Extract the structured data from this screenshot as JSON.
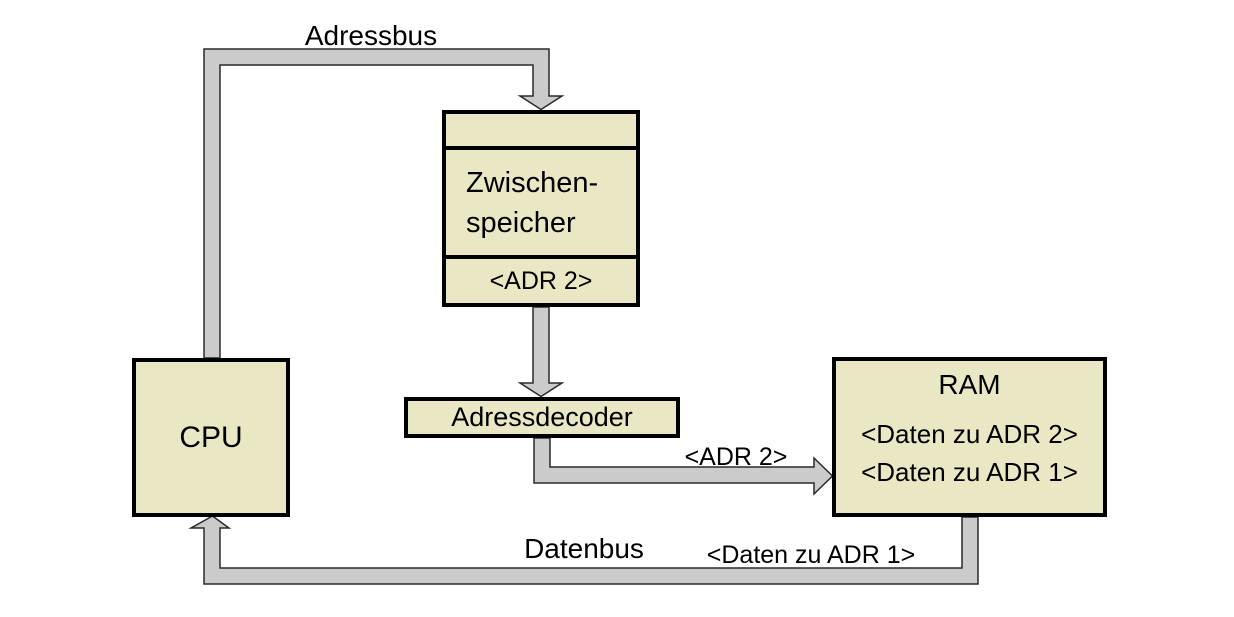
{
  "colors": {
    "background": "#ffffff",
    "box_fill": "#eae8c4",
    "box_border": "#000000",
    "bus_fill": "#cbcbcb",
    "bus_outline": "#2a2a2a",
    "text": "#000000"
  },
  "nodes": {
    "cpu": {
      "label": "CPU"
    },
    "buffer": {
      "label_line1": "Zwischen-",
      "label_line2": "speicher",
      "slot_value": "<ADR 2>"
    },
    "decoder": {
      "label": "Adressdecoder"
    },
    "ram": {
      "title": "RAM",
      "line1": "<Daten zu ADR 2>",
      "line2": "<Daten zu ADR 1>"
    }
  },
  "bus_labels": {
    "adressbus": "Adressbus",
    "datenbus": "Datenbus",
    "adr2": "<ADR 2>",
    "daten_zu_adr1": "<Daten zu ADR 1>"
  }
}
